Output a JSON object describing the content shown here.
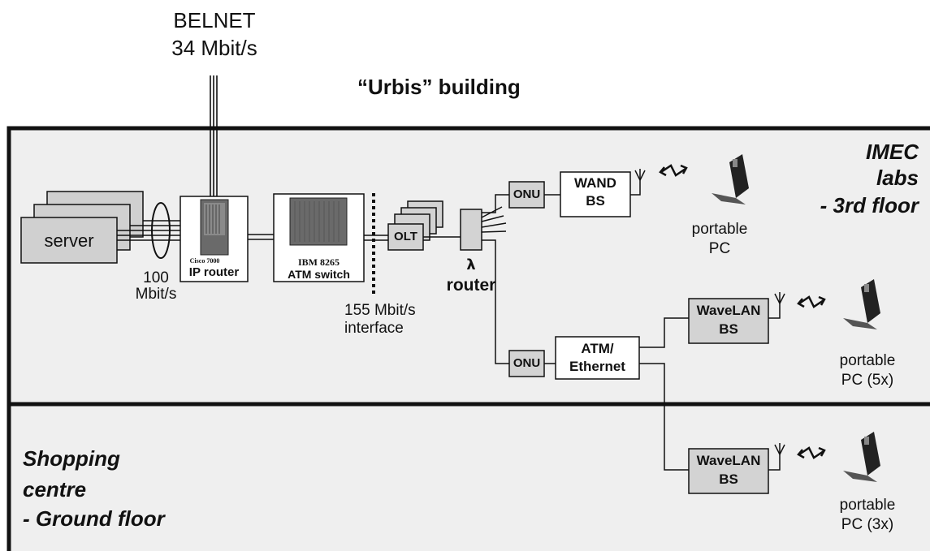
{
  "uplink": {
    "name": "BELNET",
    "speed": "34 Mbit/s"
  },
  "building": "“Urbis” building",
  "floors": {
    "upper": [
      "IMEC",
      "labs",
      "- 3rd floor"
    ],
    "lower": [
      "Shopping",
      "centre",
      "- Ground floor"
    ]
  },
  "nodes": {
    "server": "server",
    "link_speed": [
      "100",
      "Mbit/s"
    ],
    "router_model": "Cisco 7000",
    "router": "IP router",
    "switch_model": "IBM 8265",
    "switch": "ATM switch",
    "interface": [
      "155 Mbit/s",
      "interface"
    ],
    "olt": "OLT",
    "lambda_router": [
      "λ",
      "router"
    ],
    "onu": "ONU",
    "wand_bs": [
      "WAND",
      "BS"
    ],
    "atm_ethernet": [
      "ATM/",
      "Ethernet"
    ],
    "wavelan_bs": [
      "WaveLAN",
      "BS"
    ]
  },
  "terminals": {
    "pc1": [
      "portable",
      "PC"
    ],
    "pc2": [
      "portable",
      "PC (5x)"
    ],
    "pc3": [
      "portable",
      "PC (3x)"
    ]
  },
  "colors": {
    "panel": "#efefef",
    "box_grey": "#d3d3d3",
    "equipment": "#6a6a6a",
    "line": "#111111"
  }
}
